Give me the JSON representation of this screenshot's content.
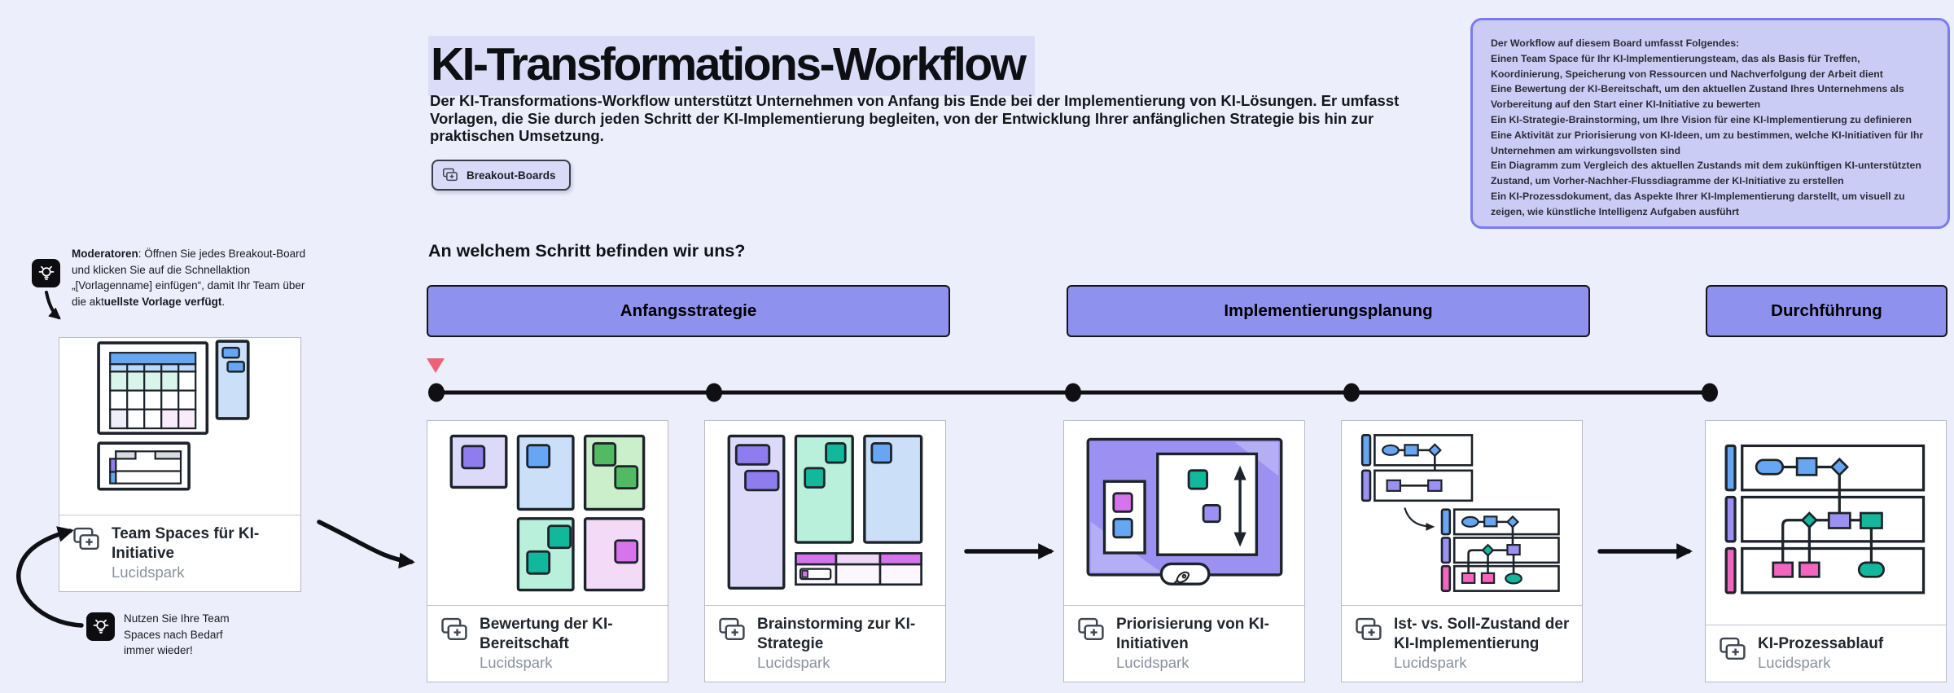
{
  "board": {
    "title": "KI-Transformations-Workflow",
    "description": "Der KI-Transformations-Workflow unterstützt Unternehmen von Anfang bis Ende bei der Implementierung von KI-Lösungen. Er umfasst Vorlagen, die Sie durch jeden Schritt der KI-Implementierung begleiten, von der Entwicklung Ihrer anfänglichen Strategie bis hin zur praktischen Umsetzung.",
    "breakout_button_label": "Breakout-Boards",
    "question": "An welchem Schritt befinden wir uns?"
  },
  "note_box": {
    "lines": [
      "Der Workflow auf diesem Board umfasst Folgendes:",
      "Einen Team Space für Ihr KI-Implementierungsteam, das als Basis für Treffen, Koordinierung, Speicherung von Ressourcen und Nachverfolgung der Arbeit dient",
      "Eine Bewertung der KI-Bereitschaft, um den aktuellen Zustand Ihres Unternehmens als Vorbereitung auf den Start einer KI-Initiative zu bewerten",
      "Ein KI-Strategie-Brainstorming, um Ihre Vision für eine KI-Implementierung zu definieren",
      "Eine Aktivität zur Priorisierung von KI-Ideen, um zu bestimmen, welche KI-Initiativen für Ihr Unternehmen am wirkungsvollsten sind",
      "Ein Diagramm zum Vergleich des aktuellen Zustands mit dem zukünftigen KI-unterstützten Zustand, um Vorher-Nachher-Flussdiagramme der KI-Initiative zu erstellen",
      "Ein KI-Prozessdokument, das Aspekte Ihrer KI-Implementierung darstellt, um visuell zu zeigen, wie künstliche Intelligenz Aufgaben ausführt"
    ]
  },
  "tips": {
    "moderator": {
      "segments": [
        {
          "text": "Moderatoren",
          "bold": true
        },
        {
          "text": ": Öffnen Sie jedes Breakout-Board und klicken Sie auf die Schnellaktion „[Vorlagenname] einfügen“, damit Ihr Team über die akt",
          "bold": false
        },
        {
          "text": "uellste Vorlage verfügt",
          "bold": true
        },
        {
          "text": ".",
          "bold": false
        }
      ]
    },
    "reuse": {
      "text": "Nutzen Sie Ihre Team Spaces nach Bedarf immer wieder!"
    }
  },
  "phases": [
    {
      "label": "Anfangsstrategie"
    },
    {
      "label": "Implementierungsplanung"
    },
    {
      "label": "Durchführung"
    }
  ],
  "team_card": {
    "title": "Team Spaces für KI-Initiative",
    "subtitle": "Lucidspark"
  },
  "cards": [
    {
      "title": "Bewertung der KI-Bereitschaft",
      "subtitle": "Lucidspark"
    },
    {
      "title": "Brainstorming zur KI-Strategie",
      "subtitle": "Lucidspark"
    },
    {
      "title": "Priorisierung von KI-Initiativen",
      "subtitle": "Lucidspark"
    },
    {
      "title": "Ist- vs. Soll-Zustand der KI-Implementierung",
      "subtitle": "Lucidspark"
    },
    {
      "title": "KI-Prozessablauf",
      "subtitle": "Lucidspark"
    }
  ],
  "icons": {
    "breakout_button": "boards-icon",
    "card_badge": "boards-icon",
    "tips": "lightbulb-icon",
    "priority_pill": "rocket-icon"
  },
  "colors": {
    "background": "#EDEEFB",
    "phase_fill": "#8F91EE",
    "title_highlight": "#DBDCF8",
    "note_fill": "#CBCCF6",
    "note_border": "#7B7BF1",
    "marker_red": "#EE6277",
    "line_black": "#101014",
    "card_border": "#B6BAC4",
    "subtitle_gray": "#8A919E",
    "sticky_black": "#0D0D11",
    "thumb_blue": "#66A6F2",
    "thumb_light_blue": "#CBDFF8",
    "thumb_purple": "#8F7DF0",
    "thumb_lavender": "#DDD9F8",
    "thumb_teal": "#12B89B",
    "thumb_mint": "#B8F0DC",
    "thumb_green": "#53BA63",
    "thumb_light_green": "#CBEECB",
    "thumb_magenta": "#D873EE",
    "thumb_light_pink": "#F3DBF8",
    "thumb_pink": "#F266C0",
    "board_purple": "#9C90F2"
  }
}
